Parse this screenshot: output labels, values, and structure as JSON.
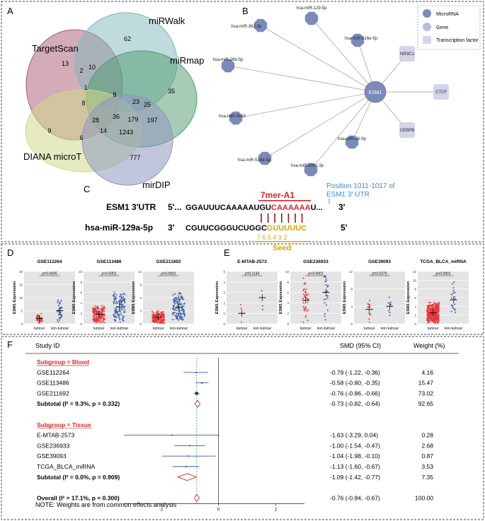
{
  "panels": {
    "A": {
      "letter": "A",
      "sets": [
        "TargetScan",
        "miRWalk",
        "miRmap",
        "DIANA microT",
        "mirDIP"
      ],
      "counts": [
        "62",
        "13",
        "2",
        "10",
        "1",
        "35",
        "8",
        "8",
        "23",
        "25",
        "28",
        "36",
        "179",
        "197",
        "9",
        "6",
        "14",
        "1243",
        "777"
      ]
    },
    "B": {
      "letter": "B",
      "center": "ESM1",
      "mirnas": [
        "hsa-miR-362-3p",
        "hsa-miR-129-5p",
        "hsa-miR-516e-5p",
        "hsa-miR-26b-5p",
        "hsa-miR-3163",
        "hsa-miR-516d-5p",
        "hsa-miR-200c-3p",
        "hsa-miR-26-3p"
      ],
      "genes": [
        "NR3C1",
        "CTCF",
        "CEBPB"
      ],
      "legend": [
        "MicroRNA",
        "Gene",
        "Transcription factor"
      ]
    },
    "C": {
      "letter": "C",
      "utr_label": "ESM1  3'UTR",
      "utr_5": "5'...",
      "utr_seq": "GGAUUUCAAAAAUGU",
      "utr_site": "CAAAAAA",
      "utr_end": "U...",
      "utr_3": "3'",
      "mir_label": "hsa-miR-129a-5p",
      "mir_3": "3'",
      "mir_seq": "CGUUCGGGUCUGGC",
      "mir_seed": "GUUUUUC",
      "mir_5": "5'",
      "site_type": "7mer-A1",
      "position_line1": "Position 1011-1017 of",
      "position_line2": "ESM1 3' UTR",
      "seed_numbers": "7 6 5 4 3 2",
      "seed_label": "Seed"
    },
    "D": {
      "letter": "D"
    },
    "E": {
      "letter": "E"
    },
    "F": {
      "letter": "F"
    }
  },
  "scatter_panels": [
    {
      "title": "GSE112264",
      "p": "p=0.0005",
      "ylabel": "ESM1 Expression",
      "yticks": [
        "0",
        "5",
        "10",
        "15",
        "20"
      ],
      "ymax": 20,
      "t_med": 2,
      "n_med": 5
    },
    {
      "title": "GSE113486",
      "p": "p<0.0001",
      "ylabel": "ESM1 Expression",
      "yticks": [
        "0",
        "2",
        "4",
        "6",
        "8",
        "10"
      ],
      "ymax": 10,
      "t_med": 1.8,
      "n_med": 3.2
    },
    {
      "title": "GSE211692",
      "p": "p<0.0001",
      "ylabel": "ESM1 Expression",
      "yticks": [
        "0",
        "3",
        "6",
        "9",
        "12"
      ],
      "ymax": 12,
      "t_med": 1.5,
      "n_med": 3.8
    },
    {
      "title": "E-MTAB-2573",
      "p": "p=0.1143",
      "ylabel": "ESM1 Expression",
      "yticks": [
        "0",
        "1",
        "2",
        "3",
        "4",
        "5"
      ],
      "ymax": 5,
      "t_med": 1.0,
      "n_med": 2.5
    },
    {
      "title": "GSE236933",
      "p": "p<0.0001",
      "ylabel": "ESM1 Expression",
      "yticks": [
        "0",
        "2",
        "4",
        "6",
        "8",
        "10"
      ],
      "ymax": 10,
      "t_med": 4.5,
      "n_med": 6.0
    },
    {
      "title": "GSE39093",
      "p": "p=0.0276",
      "ylabel": "ESM1 Expression",
      "yticks": [
        "0",
        "4",
        "8",
        "12"
      ],
      "ymax": 12,
      "t_med": 3.3,
      "n_med": 4.0
    },
    {
      "title": "TCGA_BLCA_miRNA",
      "p": "p<0.0001",
      "ylabel": "ESM1 Expression",
      "yticks": [
        "0",
        "2",
        "4",
        "6",
        "8",
        "10",
        "12"
      ],
      "ymax": 12,
      "t_med": 2.5,
      "n_med": 5.5
    }
  ],
  "groups": [
    "tumour",
    "non-tumour"
  ],
  "forest": {
    "headers": {
      "study": "Study ID",
      "smd": "SMD (95% CI)",
      "weight": "Weight (%)"
    },
    "rows": [
      {
        "kind": "subgroup",
        "label": "Subgroup = Blood"
      },
      {
        "kind": "study",
        "label": "GSE112264",
        "smd": -0.79,
        "lo": -1.22,
        "hi": -0.36,
        "ci": "-0.79 (-1.22, -0.36)",
        "weight": "4.16"
      },
      {
        "kind": "study",
        "label": "GSE113486",
        "smd": -0.58,
        "lo": -0.8,
        "hi": -0.35,
        "ci": "-0.58 (-0.80, -0.35)",
        "weight": "15.47"
      },
      {
        "kind": "study",
        "label": "GSE211692",
        "smd": -0.76,
        "lo": -0.86,
        "hi": -0.66,
        "ci": "-0.76 (-0.86, -0.66)",
        "weight": "73.02"
      },
      {
        "kind": "subtotal",
        "label": "Subtotal (I² = 9.3%, p = 0.332)",
        "smd": -0.73,
        "lo": -0.82,
        "hi": -0.64,
        "ci": "-0.73 (-0.82, -0.64)",
        "weight": "92.65"
      },
      {
        "kind": "blank"
      },
      {
        "kind": "subgroup",
        "label": "Subgroup = Tissue"
      },
      {
        "kind": "study",
        "label": "E-MTAB-2573",
        "smd": -1.63,
        "lo": -3.29,
        "hi": 0.04,
        "ci": "-1.63 (-3.29, 0.04)",
        "weight": "0.28"
      },
      {
        "kind": "study",
        "label": "GSE236933",
        "smd": -1.0,
        "lo": -1.54,
        "hi": -0.47,
        "ci": "-1.00 (-1.54, -0.47)",
        "weight": "2.68"
      },
      {
        "kind": "study",
        "label": "GSE39093",
        "smd": -1.04,
        "lo": -1.98,
        "hi": -0.1,
        "ci": "-1.04 (-1.98, -0.10)",
        "weight": "0.87"
      },
      {
        "kind": "study",
        "label": "TCGA_BLCA_miRNA",
        "smd": -1.13,
        "lo": -1.6,
        "hi": -0.67,
        "ci": "-1.13 (-1.60, -0.67)",
        "weight": "3.53"
      },
      {
        "kind": "subtotal",
        "label": "Subtotal (I² = 0.0%, p = 0.909)",
        "smd": -1.09,
        "lo": -1.42,
        "hi": -0.77,
        "ci": "-1.09 (-1.42, -0.77)",
        "weight": "7.35"
      },
      {
        "kind": "blank"
      },
      {
        "kind": "overall",
        "label": "Overall (I² = 17.1%, p = 0.300)",
        "smd": -0.76,
        "lo": -0.84,
        "hi": -0.67,
        "ci": "-0.76 (-0.84, -0.67)",
        "weight": "100.00"
      }
    ],
    "note": "NOTE: Weights are from common effects analysis",
    "xticks": [
      "-2",
      "0",
      "2"
    ]
  },
  "chart_data": {
    "type": "forest",
    "xlabel": "",
    "xlim": [
      -3.3,
      3.0
    ],
    "xticks": [
      -2,
      0,
      2
    ],
    "reference_line": -0.76,
    "studies": [
      {
        "name": "GSE112264",
        "smd": -0.79,
        "lo": -1.22,
        "hi": -0.36,
        "weight": 4.16
      },
      {
        "name": "GSE113486",
        "smd": -0.58,
        "lo": -0.8,
        "hi": -0.35,
        "weight": 15.47
      },
      {
        "name": "GSE211692",
        "smd": -0.76,
        "lo": -0.86,
        "hi": -0.66,
        "weight": 73.02
      },
      {
        "name": "E-MTAB-2573",
        "smd": -1.63,
        "lo": -3.29,
        "hi": 0.04,
        "weight": 0.28
      },
      {
        "name": "GSE236933",
        "smd": -1.0,
        "lo": -1.54,
        "hi": -0.47,
        "weight": 2.68
      },
      {
        "name": "GSE39093",
        "smd": -1.04,
        "lo": -1.98,
        "hi": -0.1,
        "weight": 0.87
      },
      {
        "name": "TCGA_BLCA_miRNA",
        "smd": -1.13,
        "lo": -1.6,
        "hi": -0.67,
        "weight": 3.53
      }
    ],
    "pooled": [
      {
        "name": "Blood subtotal",
        "smd": -0.73,
        "lo": -0.82,
        "hi": -0.64,
        "weight": 92.65
      },
      {
        "name": "Tissue subtotal",
        "smd": -1.09,
        "lo": -1.42,
        "hi": -0.77,
        "weight": 7.35
      },
      {
        "name": "Overall",
        "smd": -0.76,
        "lo": -0.84,
        "hi": -0.67,
        "weight": 100.0
      }
    ]
  },
  "colors": {
    "tumour": "#e8353c",
    "nontumour": "#3a5da8",
    "subgroup": "#d62728",
    "accent_red": "#d62728",
    "accent_blue": "#3d8bd0",
    "accent_gold": "#e0a500",
    "node_mirna": "#7b8ab8",
    "node_gene": "#c9cbe4"
  }
}
